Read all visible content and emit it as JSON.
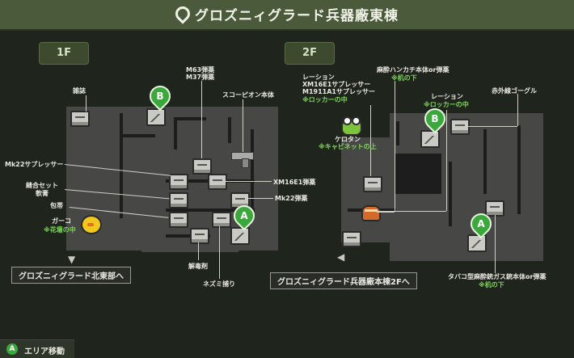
{
  "header": {
    "title": "グロズニィグラード兵器廠東棟"
  },
  "floors": {
    "f1": "1F",
    "f2": "2F"
  },
  "labels": {
    "f1": {
      "zasshi": "雑誌",
      "m63": "M63弾薬",
      "m37": "M37弾薬",
      "scorpion": "スコーピオン本体",
      "mk22sup": "Mk22サプレッサー",
      "xm16e1ammo": "XM16E1弾薬",
      "suture1": "縫合セット",
      "suture2": "軟膏",
      "mk22ammo": "Mk22弾薬",
      "bandage": "包帯",
      "gako": "ガーコ",
      "gako_note": "※花壇の中",
      "kaidokuzai": "解毒剤",
      "mousetrap": "ネズミ捕り"
    },
    "f2": {
      "race1": "レーション",
      "xm16sup": "XM16E1サプレッサー",
      "m1911sup": "M1911A1サプレッサー",
      "locker1": "※ロッカーの中",
      "hanky": "麻酔ハンカチ本体or弾薬",
      "desk1": "※机の下",
      "race2": "レーション",
      "locker2": "※ロッカーの中",
      "ir": "赤外線ゴーグル",
      "kerotan": "ケロタン",
      "cabinet": "※キャビネットの上",
      "tobacco": "タバコ型麻酔銃ガス銃本体or弾薬",
      "desk2": "※机の下"
    }
  },
  "markers": {
    "b": "B",
    "a": "A"
  },
  "exits": {
    "f1": "グロズニィグラード北東部へ",
    "f2": "グロズニィグラード兵器廠本棟2Fへ"
  },
  "footer": {
    "button": "A",
    "label": "エリア移動"
  },
  "colors": {
    "accent": "#3aa83a",
    "note": "#7ed957",
    "title_bar": "#4a5a3a"
  }
}
